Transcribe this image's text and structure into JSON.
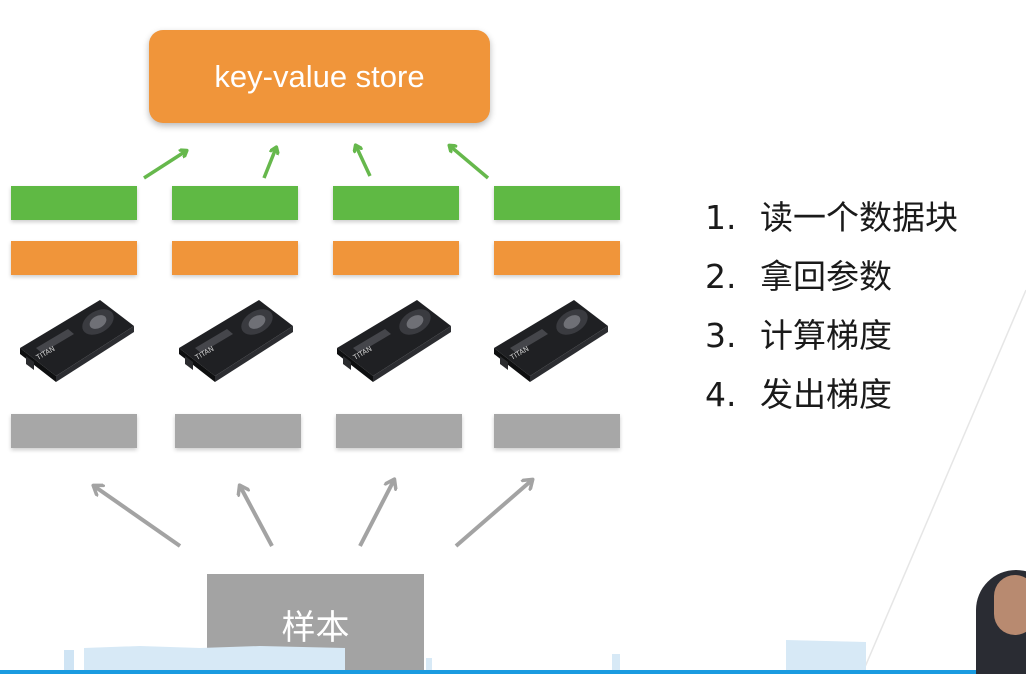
{
  "store": {
    "label": "key-value store"
  },
  "sample": {
    "label": "样本"
  },
  "steps": [
    {
      "num": "1.",
      "text": "读一个数据块"
    },
    {
      "num": "2.",
      "text": "拿回参数"
    },
    {
      "num": "3.",
      "text": "计算梯度"
    },
    {
      "num": "4.",
      "text": "发出梯度"
    }
  ],
  "gpu_label": "TITAN",
  "colors": {
    "orange": "#f0953a",
    "green": "#5fb944",
    "gray": "#a7a7a7",
    "arrow_green": "#66b84c",
    "arrow_gray": "#a3a3a3"
  },
  "icons": [
    "gpu-card-icon",
    "arrow-up-icon"
  ]
}
